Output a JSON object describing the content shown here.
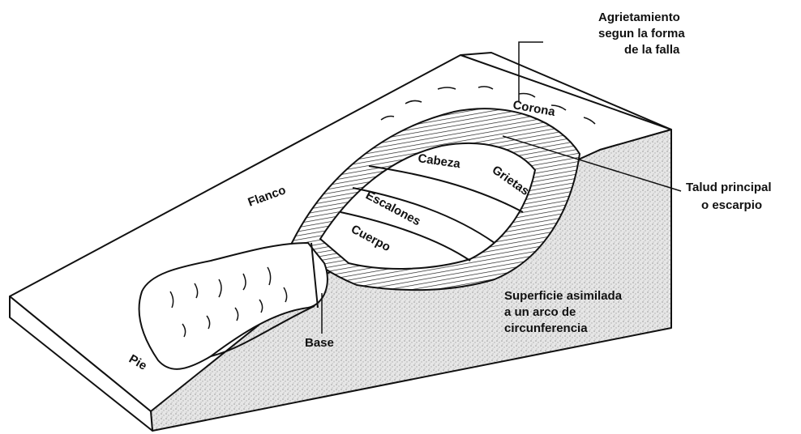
{
  "labels": {
    "agrietamiento": [
      "Agrietamiento",
      "segun la forma",
      "de la falla"
    ],
    "corona": "Corona",
    "cabeza": "Cabeza",
    "grietas": "Grietas",
    "talud": [
      "Talud principal",
      "o escarpio"
    ],
    "flanco": "Flanco",
    "escalones": "Escalones",
    "cuerpo": "Cuerpo",
    "superficie": [
      "Superficie asimilada",
      "a un arco de",
      "circunferencia"
    ],
    "base": "Base",
    "pie": "Pie"
  },
  "colors": {
    "ink": "#111111",
    "paper": "#ffffff",
    "stipple": "#bdbdbd"
  }
}
